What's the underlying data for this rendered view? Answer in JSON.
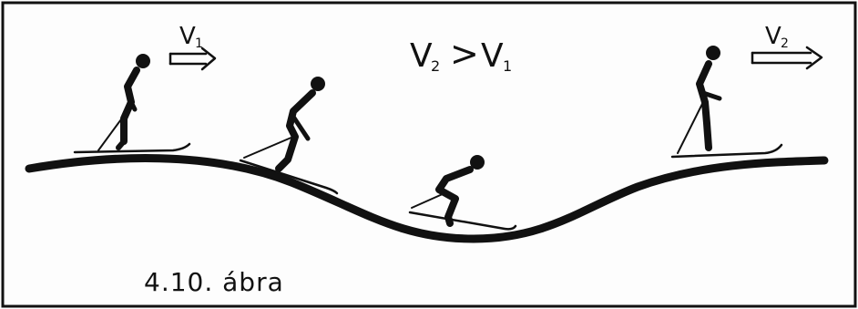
{
  "labels": {
    "v1_left": "V",
    "v1_left_sub": "1",
    "v2_right": "V",
    "v2_right_sub": "2",
    "comparison_v2": "V",
    "comparison_v2_sub": "2",
    "comparison_op": ">",
    "comparison_v1": "V",
    "comparison_v1_sub": "1"
  },
  "caption": "4.10. ábra",
  "colors": {
    "ink": "#111111",
    "paper": "#fdfdfd"
  }
}
